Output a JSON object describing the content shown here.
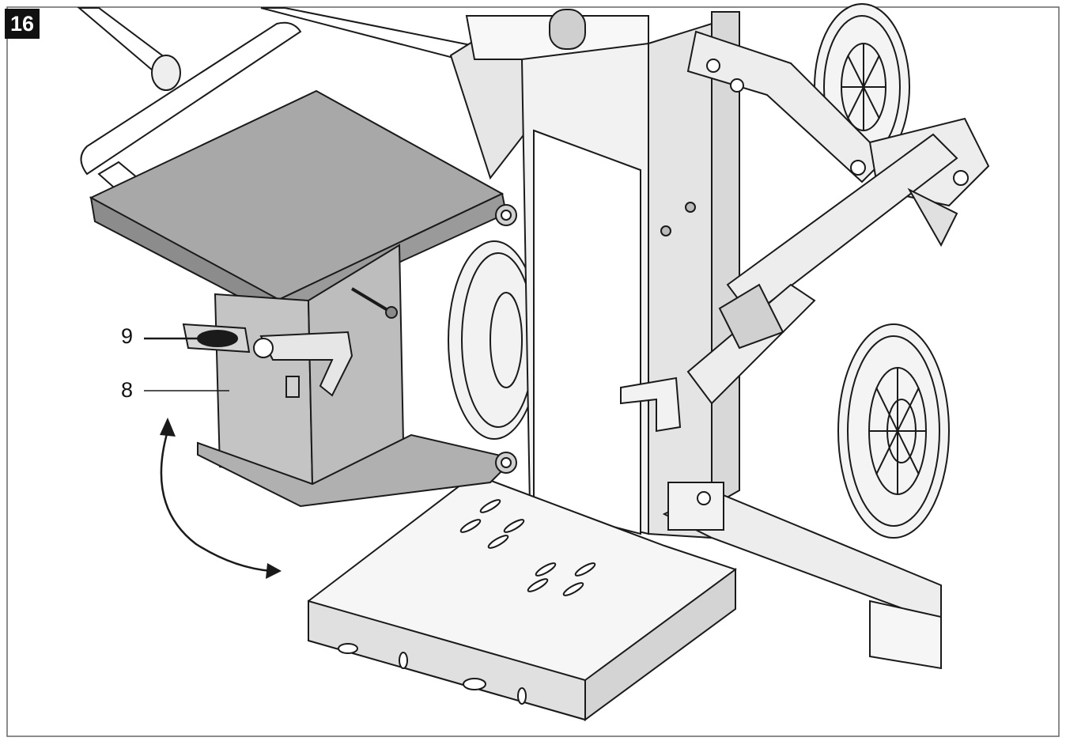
{
  "figure": {
    "number": "16",
    "callouts": [
      {
        "id": "9",
        "label": "9",
        "part": "clamp-lever"
      },
      {
        "id": "8",
        "label": "8",
        "part": "support-tube"
      }
    ],
    "colors": {
      "line": "#1a1a1a",
      "table_fill": "#a8a8a8",
      "post_fill": "#c4c4c4",
      "metal_light": "#e8e8e8",
      "background": "#ffffff"
    },
    "icons": [
      "curved-double-arrow-icon"
    ]
  }
}
